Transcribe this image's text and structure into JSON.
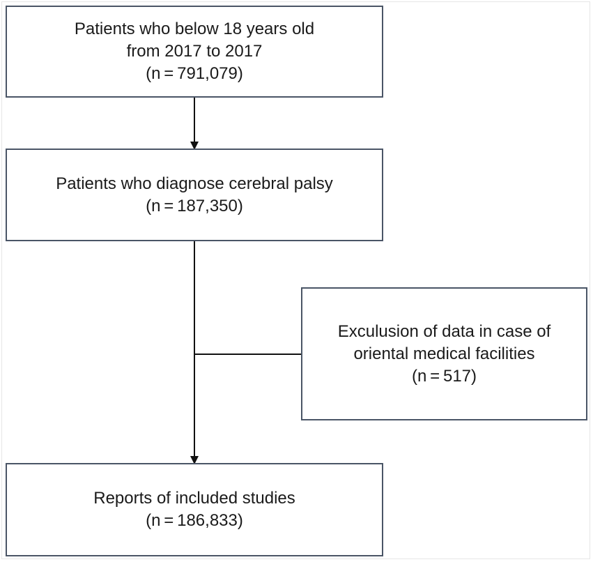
{
  "flowchart": {
    "box1": {
      "line1": "Patients who below 18 years old",
      "line2": "from 2017 to 2017",
      "line3": "(n = 791,079)"
    },
    "box2": {
      "line1": "Patients who diagnose cerebral palsy",
      "line2": "(n = 187,350)"
    },
    "box3": {
      "line1": "Exculusion of data in case of",
      "line2": "oriental medical facilities",
      "line3": "(n = 517)"
    },
    "box4": {
      "line1": "Reports of included studies",
      "line2": "(n = 186,833)"
    }
  }
}
